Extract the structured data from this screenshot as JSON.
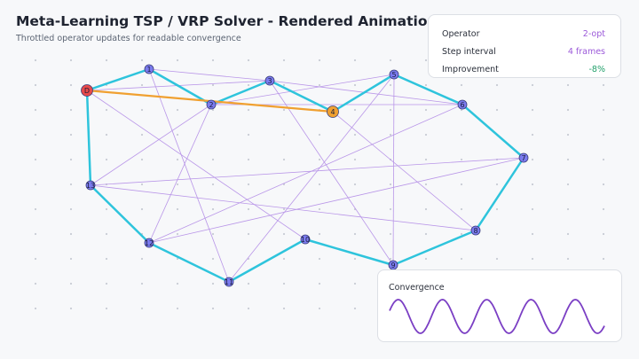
{
  "header": {
    "title": "Meta-Learning TSP / VRP Solver - Rendered Animation",
    "subtitle": "Throttled operator updates for readable convergence"
  },
  "info": [
    {
      "label": "Operator",
      "value": "2-opt",
      "color": "#9b59d9"
    },
    {
      "label": "Step interval",
      "value": "4 frames",
      "color": "#9b59d9"
    },
    {
      "label": "Improvement",
      "value": "-8%",
      "color": "#22a06b"
    }
  ],
  "convergence": {
    "title": "Convergence",
    "color": "#7b3fc4",
    "cycles": 5
  },
  "graph": {
    "colors": {
      "route": "#2ec4dc",
      "highlight": "#f0a030",
      "candidate": "#b996e8",
      "node": "#7b7bef",
      "depot": "#e84a4a",
      "active": "#f0a030",
      "dots": "#c8ccd4"
    },
    "nodes": [
      {
        "id": "D",
        "label": "D",
        "type": "depot"
      },
      {
        "id": "1",
        "label": "1",
        "type": "city"
      },
      {
        "id": "2",
        "label": "2",
        "type": "city"
      },
      {
        "id": "3",
        "label": "3",
        "type": "city"
      },
      {
        "id": "4",
        "label": "4",
        "type": "active"
      },
      {
        "id": "5",
        "label": "5",
        "type": "city"
      },
      {
        "id": "6",
        "label": "6",
        "type": "city"
      },
      {
        "id": "7",
        "label": "7",
        "type": "city"
      },
      {
        "id": "8",
        "label": "8",
        "type": "city"
      },
      {
        "id": "9",
        "label": "9",
        "type": "city"
      },
      {
        "id": "10",
        "label": "10",
        "type": "city"
      },
      {
        "id": "11",
        "label": "11",
        "type": "city"
      },
      {
        "id": "12",
        "label": "12",
        "type": "city"
      },
      {
        "id": "13",
        "label": "13",
        "type": "city"
      }
    ],
    "route": [
      "D",
      "1",
      "2",
      "3",
      "4",
      "5",
      "6",
      "7",
      "8",
      "9",
      "10",
      "11",
      "12",
      "13",
      "D"
    ],
    "highlight_edge": [
      "D",
      "4"
    ],
    "candidate_edges": [
      [
        "D",
        "3"
      ],
      [
        "D",
        "10"
      ],
      [
        "1",
        "3"
      ],
      [
        "1",
        "11"
      ],
      [
        "2",
        "12"
      ],
      [
        "3",
        "6"
      ],
      [
        "3",
        "9"
      ],
      [
        "2",
        "6"
      ],
      [
        "5",
        "9"
      ],
      [
        "5",
        "11"
      ],
      [
        "6",
        "12"
      ],
      [
        "13",
        "2"
      ],
      [
        "13",
        "7"
      ],
      [
        "13",
        "8"
      ],
      [
        "12",
        "7"
      ],
      [
        "4",
        "8"
      ],
      [
        "2",
        "5"
      ]
    ]
  }
}
